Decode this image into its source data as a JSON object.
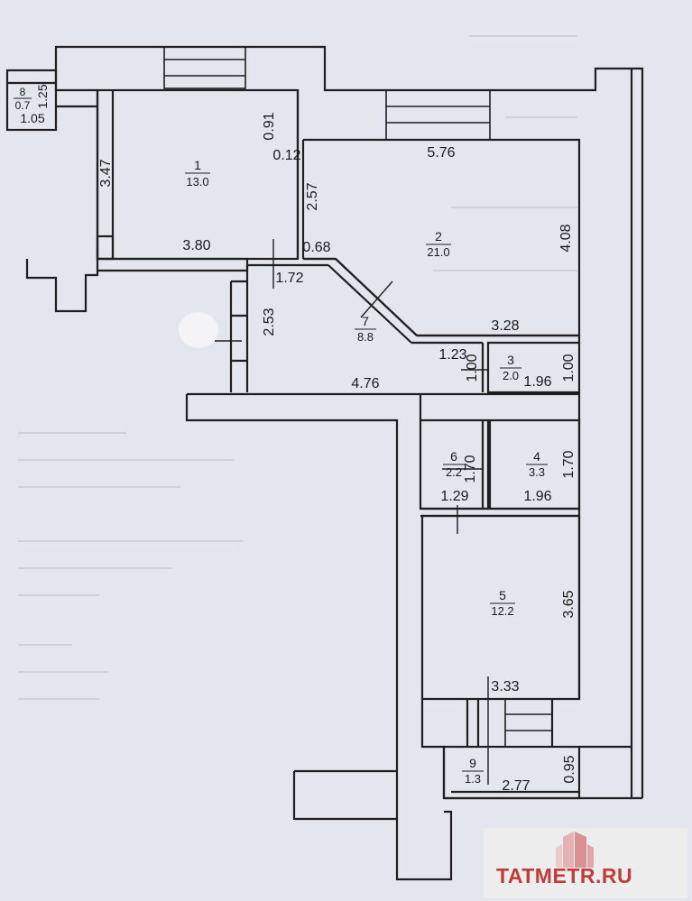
{
  "rooms": [
    {
      "id": "1",
      "area": "13.0"
    },
    {
      "id": "2",
      "area": "21.0"
    },
    {
      "id": "3",
      "area": "2.0"
    },
    {
      "id": "4",
      "area": "3.3"
    },
    {
      "id": "5",
      "area": "12.2"
    },
    {
      "id": "6",
      "area": "2.2"
    },
    {
      "id": "7",
      "area": "8.8"
    },
    {
      "id": "8",
      "area": "0.7"
    },
    {
      "id": "9",
      "area": "1.3"
    }
  ],
  "dimensions": {
    "r1_top": "0.91",
    "r1_left": "3.47",
    "r1_bottom": "3.80",
    "r1_gap": "0.12",
    "r2_top": "5.76",
    "r2_left": "2.57",
    "r2_right": "4.08",
    "r2_bottom": "3.28",
    "r2_corner": "0.68",
    "r7_top": "1.72",
    "r7_left": "2.53",
    "r7_bottom": "4.76",
    "r3_top": "1.23",
    "r3_left": "1.00",
    "r3_bottom": "1.96",
    "r3_right": "1.00",
    "r6_right": "1.70",
    "r6_bottom": "1.29",
    "r4_right": "1.70",
    "r4_bottom": "1.96",
    "r5_right": "3.65",
    "r5_bottom": "3.33",
    "r8_right": "1.25",
    "r8_bottom": "1.05",
    "r9_right": "0.95",
    "r9_bottom": "2.77"
  },
  "watermark": "TATMETR.RU"
}
